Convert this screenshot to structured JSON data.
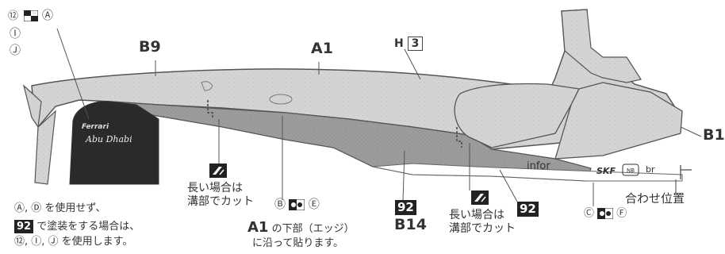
{
  "part_labels": {
    "b9": "B9",
    "a1": "A1",
    "h": "H",
    "h_num": "3",
    "b1": "B1",
    "p92_top": "92",
    "b14": "B14",
    "p92_right": "92"
  },
  "top_left_markers": {
    "num": "⑫",
    "a": "Ⓐ",
    "i": "Ⓘ",
    "j": "Ⓙ"
  },
  "sidepod_decal": {
    "line1": "Ferrari",
    "line2": "Abu Dhabi"
  },
  "decal_texts": {
    "infor": "infor",
    "skf": "SKF",
    "br": "br"
  },
  "notes": {
    "cut_left_l1": "長い場合は",
    "cut_left_l2": "溝部でカット",
    "cut_right_l1": "長い場合は",
    "cut_right_l2": "溝部でカット",
    "align": "合わせ位置",
    "paint_l1_a": "Ⓐ, Ⓓ",
    "paint_l1_b": "を使用せず、",
    "paint_l2_num": "92",
    "paint_l2_text": "で塗装をする場合は、",
    "paint_l3_a": "⑫, Ⓘ, Ⓙ",
    "paint_l3_b": "を使用します。",
    "edge_a1": "A1",
    "edge_l1": "の下部（エッジ）",
    "edge_l2": "に沿って貼ります。",
    "b_marker": "Ⓑ",
    "e_marker": "Ⓔ",
    "c_marker": "Ⓒ",
    "f_marker": "Ⓕ"
  },
  "colors": {
    "body_fill": "#cfcfcf",
    "lower_fill": "#9a9a9a",
    "dark_panel": "#2a2a2a",
    "outline": "#555555",
    "white_strip": "#ffffff"
  }
}
